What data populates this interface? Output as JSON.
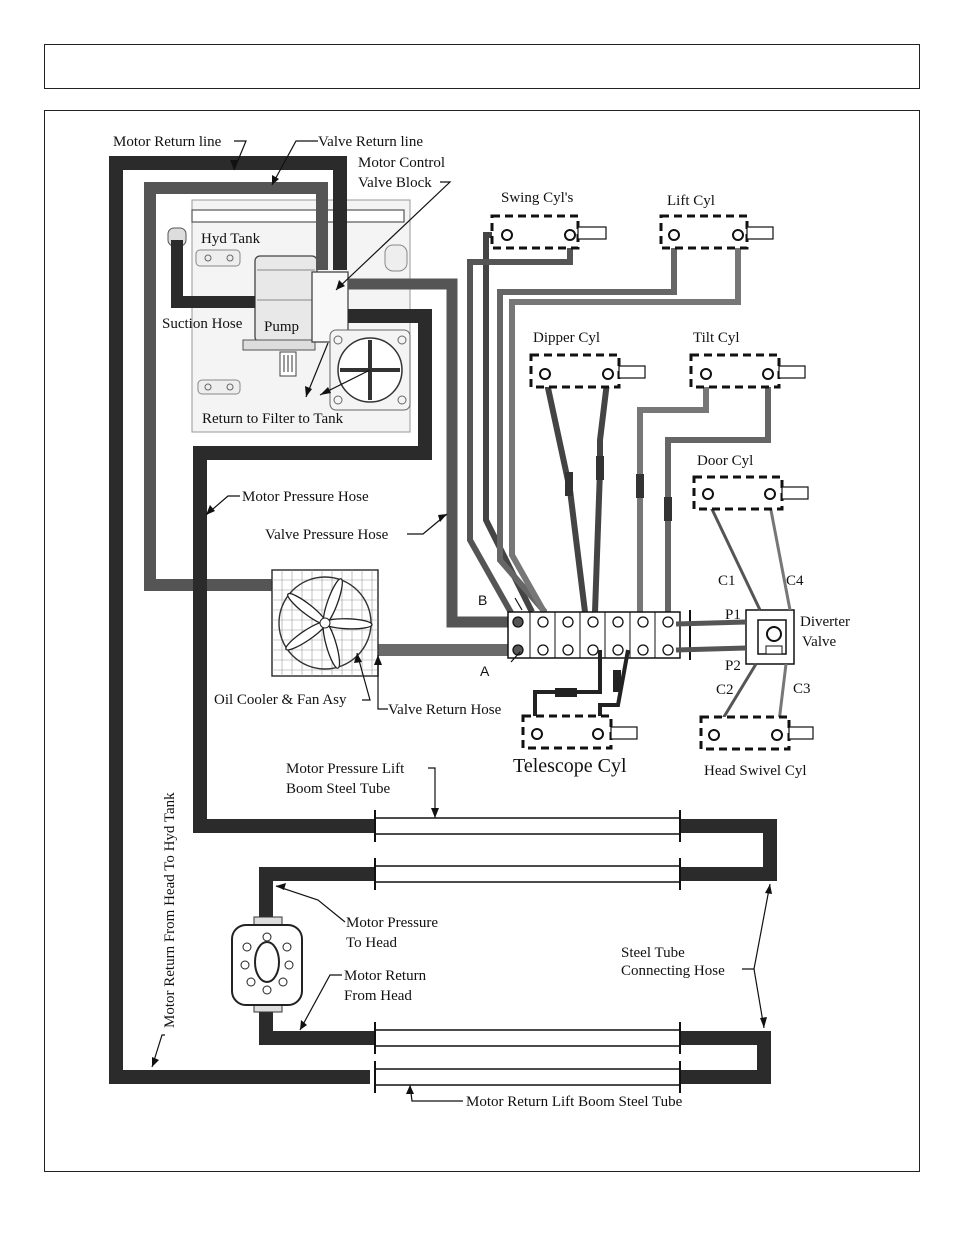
{
  "header": {
    "title": ""
  },
  "labels": {
    "motor_return_line": "Motor Return line",
    "valve_return_line": "Valve Return line",
    "motor_control": "Motor Control",
    "valve_block": "Valve Block",
    "hyd_tank": "Hyd Tank",
    "suction_hose": "Suction Hose",
    "pump": "Pump",
    "return_to_filter": "Return to Filter to Tank",
    "swing_cyls": "Swing Cyl's",
    "lift_cyl": "Lift Cyl",
    "dipper_cyl": "Dipper Cyl",
    "tilt_cyl": "Tilt Cyl",
    "door_cyl": "Door Cyl",
    "motor_pressure_hose": "Motor  Pressure Hose",
    "valve_pressure_hose": "Valve  Pressure  Hose",
    "port_b": "B",
    "port_a": "A",
    "c1": "C1",
    "c4": "C4",
    "p1": "P1",
    "p2": "P2",
    "c2": "C2",
    "c3": "C3",
    "diverter": "Diverter",
    "valve": "Valve",
    "oil_cooler": "Oil Cooler & Fan Asy",
    "valve_return_hose": "Valve Return Hose",
    "telescope_cyl": "Telescope Cyl",
    "head_swivel_cyl": "Head Swivel  Cyl",
    "motor_pressure_lift": "Motor Pressure Lift",
    "boom_steel_tube": "Boom Steel Tube",
    "motor_pressure_to": "Motor  Pressure",
    "to_head": "To  Head",
    "motor_return_from": "Motor Return",
    "from_head": "From Head",
    "steel_tube": "Steel Tube",
    "connecting_hose": "Connecting Hose",
    "motor_return_vertical": "Motor Return From Head To Hyd Tank",
    "motor_return_lift_boom": "Motor Return Lift Boom Steel Tube"
  },
  "colors": {
    "hose_dark": "#2b2b2b",
    "hose_mid": "#5a5a5a",
    "hose_light": "#777777",
    "line": "#111111"
  }
}
